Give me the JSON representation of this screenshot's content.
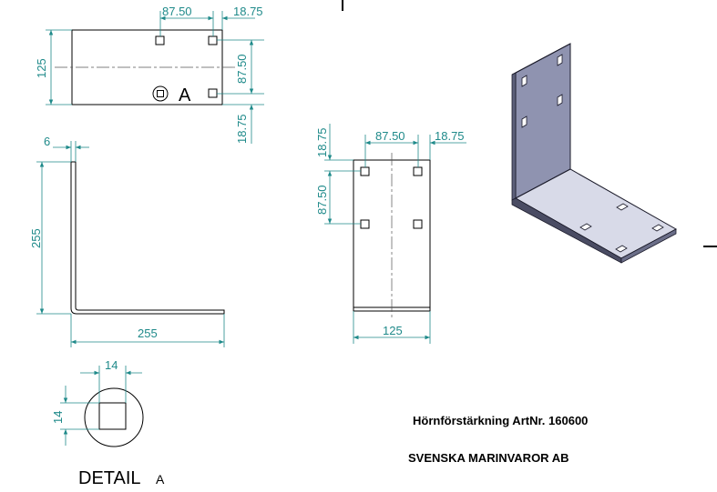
{
  "colors": {
    "dimension": "#1f8a8a",
    "outline": "#000000",
    "iso_face_dark": "#8f93b0",
    "iso_face_light": "#d8dae8"
  },
  "top_view": {
    "dim_hole_spacing": "87.50",
    "dim_edge_offset": "18.75",
    "dim_height": "125",
    "dim_vertical_spacing": "87.50",
    "dim_bottom_offset": "18.75",
    "detail_marker": "A"
  },
  "side_view": {
    "dim_thickness": "6",
    "dim_vertical_leg": "255",
    "dim_horizontal_leg": "255"
  },
  "front_view": {
    "dim_top_offset": "18.75",
    "dim_hole_spacing": "87.50",
    "dim_edge_offset": "18.75",
    "dim_vertical_spacing": "87.50",
    "dim_width": "125"
  },
  "detail": {
    "dim_square_width": "14",
    "dim_square_height": "14",
    "label": "DETAIL",
    "label_suffix": "A"
  },
  "title_block": {
    "part_name": "Hörnförstärkning ArtNr. 160600",
    "company": "SVENSKA MARINVAROR AB"
  }
}
